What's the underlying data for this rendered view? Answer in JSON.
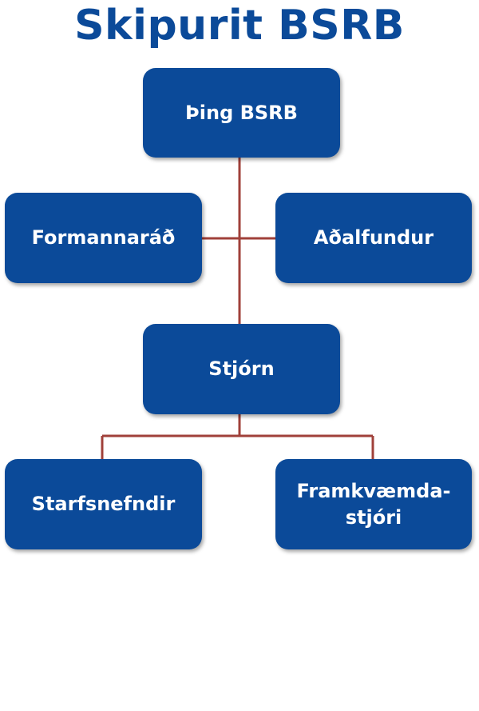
{
  "title": "Skipurit BSRB",
  "colors": {
    "title": "#0b4a99",
    "box_fill": "#0b4a99",
    "box_text": "#ffffff",
    "connector": "#a0403a"
  },
  "nodes": {
    "thing": "Þing BSRB",
    "formannarad": "Formannaráð",
    "adalfundur": "Aðalfundur",
    "stjorn": "Stjórn",
    "starfsnefndir": "Starfsnefndir",
    "framkvaemdastjori": "Framkvæmda-\nstjóri"
  }
}
